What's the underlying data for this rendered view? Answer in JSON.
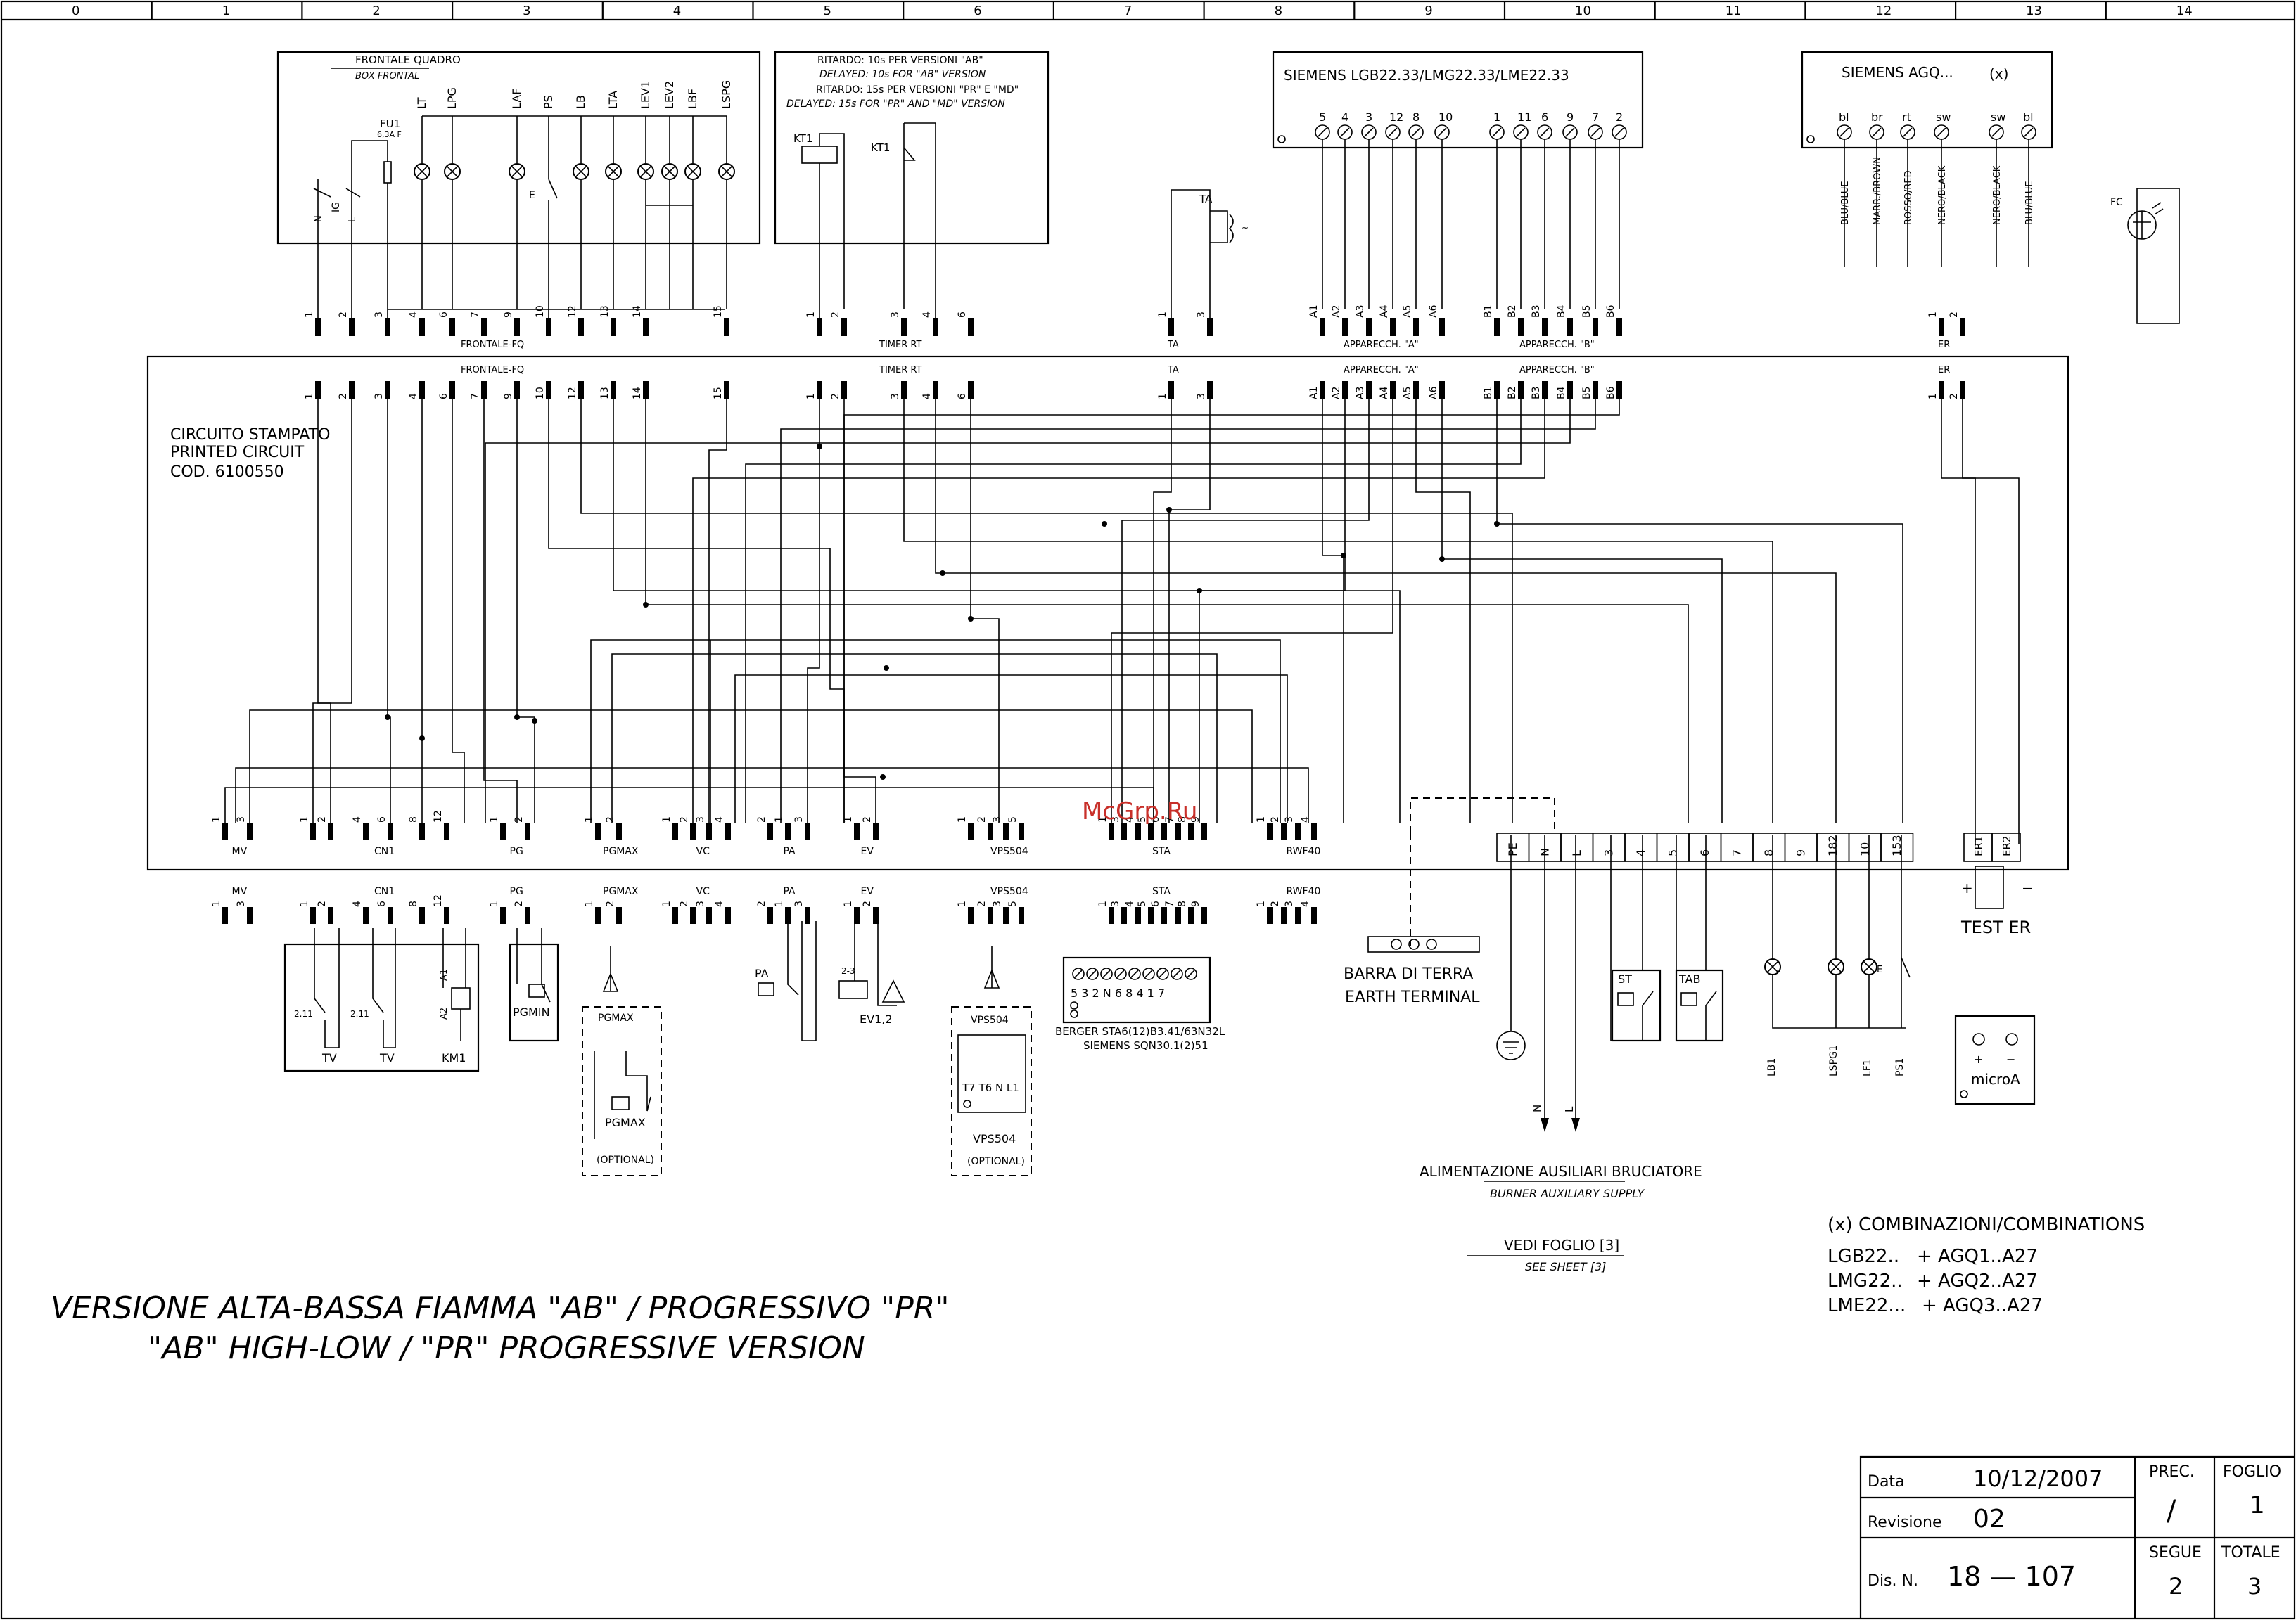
{
  "column_numbers": [
    "0",
    "1",
    "2",
    "3",
    "4",
    "5",
    "6",
    "7",
    "8",
    "9",
    "10",
    "11",
    "12",
    "13",
    "14"
  ],
  "frontale_box": {
    "title": "FRONTALE QUADRO",
    "subtitle": "BOX FRONTAL",
    "fuse_label": "FU1",
    "fuse_rating": "6,3A F",
    "switch_label": "IG",
    "n_label": "N",
    "l_label": "L",
    "e_label": "E",
    "lamps": [
      "LT",
      "LPG",
      "LAF",
      "PS",
      "LB",
      "LTA",
      "LEV1",
      "LEV2",
      "LBF",
      "LSPG"
    ]
  },
  "timer_box": {
    "lines": [
      "RITARDO: 10s PER VERSIONI \"AB\"",
      "DELAYED: 10s FOR \"AB\" VERSION",
      "RITARDO: 15s PER VERSIONI \"PR\" E \"MD\"",
      "DELAYED: 15s FOR \"PR\" AND \"MD\" VERSION"
    ],
    "coil_label": "KT1",
    "contact_label": "KT1"
  },
  "ta": {
    "label": "TA"
  },
  "siemens_lgb": {
    "title": "SIEMENS LGB22.33/LMG22.33/LME22.33",
    "terminals": [
      "5",
      "4",
      "3",
      "12",
      "8",
      "10",
      "1",
      "11",
      "6",
      "9",
      "7",
      "2"
    ]
  },
  "siemens_agq": {
    "title": "SIEMENS AGQ...",
    "note": "(x)",
    "terminals": [
      "bl",
      "br",
      "rt",
      "sw",
      "sw",
      "bl"
    ],
    "wire_labels": [
      "BLU/BLUE",
      "MARR./BROWN",
      "ROSSO/RED",
      "NERO/BLACK",
      "NERO/BLACK",
      "BLU/BLUE"
    ]
  },
  "fc_label": "FC",
  "upper_groups": {
    "frontale_fq": {
      "label": "FRONTALE-FQ",
      "pins": [
        "1",
        "2",
        "3",
        "4",
        "6",
        "7",
        "9",
        "10",
        "12",
        "13",
        "14",
        "15"
      ]
    },
    "timer_rt": {
      "label": "TIMER RT",
      "pins": [
        "1",
        "2",
        "3",
        "4",
        "6"
      ]
    },
    "ta": {
      "label": "TA",
      "pins": [
        "1",
        "3"
      ]
    },
    "app_a": {
      "label": "APPARECCH. \"A\"",
      "pins": [
        "A1",
        "A2",
        "A3",
        "A4",
        "A5",
        "A6"
      ]
    },
    "app_b": {
      "label": "APPARECCH. \"B\"",
      "pins": [
        "B1",
        "B2",
        "B3",
        "B4",
        "B5",
        "B6"
      ]
    },
    "er": {
      "label": "ER",
      "pins": [
        "1",
        "2"
      ]
    }
  },
  "pcb": {
    "line1": "CIRCUITO STAMPATO",
    "line2": "PRINTED CIRCUIT",
    "line3": "COD. 6100550"
  },
  "bottom_groups": [
    {
      "label": "MV",
      "pins": [
        "1",
        "3"
      ]
    },
    {
      "label": "CN1",
      "pins": [
        "1",
        "2",
        "4",
        "6",
        "8",
        "12"
      ]
    },
    {
      "label": "PG",
      "pins": [
        "1",
        "2"
      ]
    },
    {
      "label": "PGMAX",
      "pins": [
        "1",
        "2"
      ]
    },
    {
      "label": "VC",
      "pins": [
        "1",
        "2",
        "3",
        "4"
      ]
    },
    {
      "label": "PA",
      "pins": [
        "2",
        "1",
        "3"
      ]
    },
    {
      "label": "EV",
      "pins": [
        "1",
        "2"
      ]
    },
    {
      "label": "VPS504",
      "pins": [
        "1",
        "2",
        "3",
        "5"
      ]
    },
    {
      "label": "STA",
      "pins": [
        "1",
        "3",
        "4",
        "5",
        "6",
        "7",
        "8",
        "9"
      ]
    },
    {
      "label": "RWF40",
      "pins": [
        "1",
        "2",
        "3",
        "4"
      ]
    }
  ],
  "terminal_block": [
    "PE",
    "N",
    "L",
    "3",
    "4",
    "5",
    "6",
    "7",
    "8",
    "9",
    "182",
    "10",
    "153"
  ],
  "er_block": [
    "ER1",
    "ER2"
  ],
  "watermark": "McGrp.Ru",
  "devices": {
    "tv1": "TV",
    "tv2": "TV",
    "km1": "KM1",
    "a1": "A1",
    "a2": "A2",
    "c211a": "2.11",
    "c211b": "2.11",
    "pgmin": "PGMIN",
    "pgmax_head": "PGMAX",
    "pgmax_dev": "PGMAX",
    "optional1": "(OPTIONAL)",
    "pa_dev": "PA",
    "ev_dev": "EV1,2",
    "ev_pin": "2-3",
    "vps_head": "VPS504",
    "vps_dev": "VPS504",
    "vps_terms": "T7 T6 N L1",
    "optional2": "(OPTIONAL)",
    "sta_terms": "5 3 2 N 6 8 4 1 7",
    "sta_desc1": "BERGER STA6(12)B3.41/63N32L",
    "sta_desc2": "SIEMENS SQN30.1(2)51"
  },
  "earth": {
    "line1": "BARRA DI TERRA",
    "line2": "EARTH TERMINAL"
  },
  "lower_right": {
    "st": "ST",
    "tab": "TAB",
    "lb1": "LB1",
    "lspg1": "LSPG1",
    "lf1": "LF1",
    "ps1": "PS1",
    "e": "E",
    "n": "N",
    "l": "L"
  },
  "test_er": {
    "plus": "+",
    "minus": "−",
    "label": "TEST ER"
  },
  "micro_a": {
    "label": "microA",
    "plus": "+",
    "minus": "−"
  },
  "aux_supply": {
    "line1": "ALIMENTAZIONE AUSILIARI BRUCIATORE",
    "line2": "BURNER AUXILIARY SUPPLY"
  },
  "see_sheet": {
    "line1": "VEDI FOGLIO [3]",
    "line2": "SEE SHEET [3]"
  },
  "combinations": {
    "title": "(x) COMBINAZIONI/COMBINATIONS",
    "rows": [
      {
        "a": "LGB22..",
        "b": "+ AGQ1..A27"
      },
      {
        "a": "LMG22..",
        "b": "+ AGQ2..A27"
      },
      {
        "a": "LME22...",
        "b": "+ AGQ3..A27"
      }
    ]
  },
  "version": {
    "line1": "VERSIONE ALTA-BASSA FIAMMA \"AB\" / PROGRESSIVO \"PR\"",
    "line2": "\"AB\" HIGH-LOW / \"PR\" PROGRESSIVE VERSION"
  },
  "title_block": {
    "data_label": "Data",
    "data_value": "10/12/2007",
    "rev_label": "Revisione",
    "rev_value": "02",
    "dis_label": "Dis. N.",
    "dis_value": "18 — 107",
    "prec_label": "PREC.",
    "prec_value": "/",
    "foglio_label": "FOGLIO",
    "foglio_value": "1",
    "segue_label": "SEGUE",
    "segue_value": "2",
    "totale_label": "TOTALE",
    "totale_value": "3"
  }
}
